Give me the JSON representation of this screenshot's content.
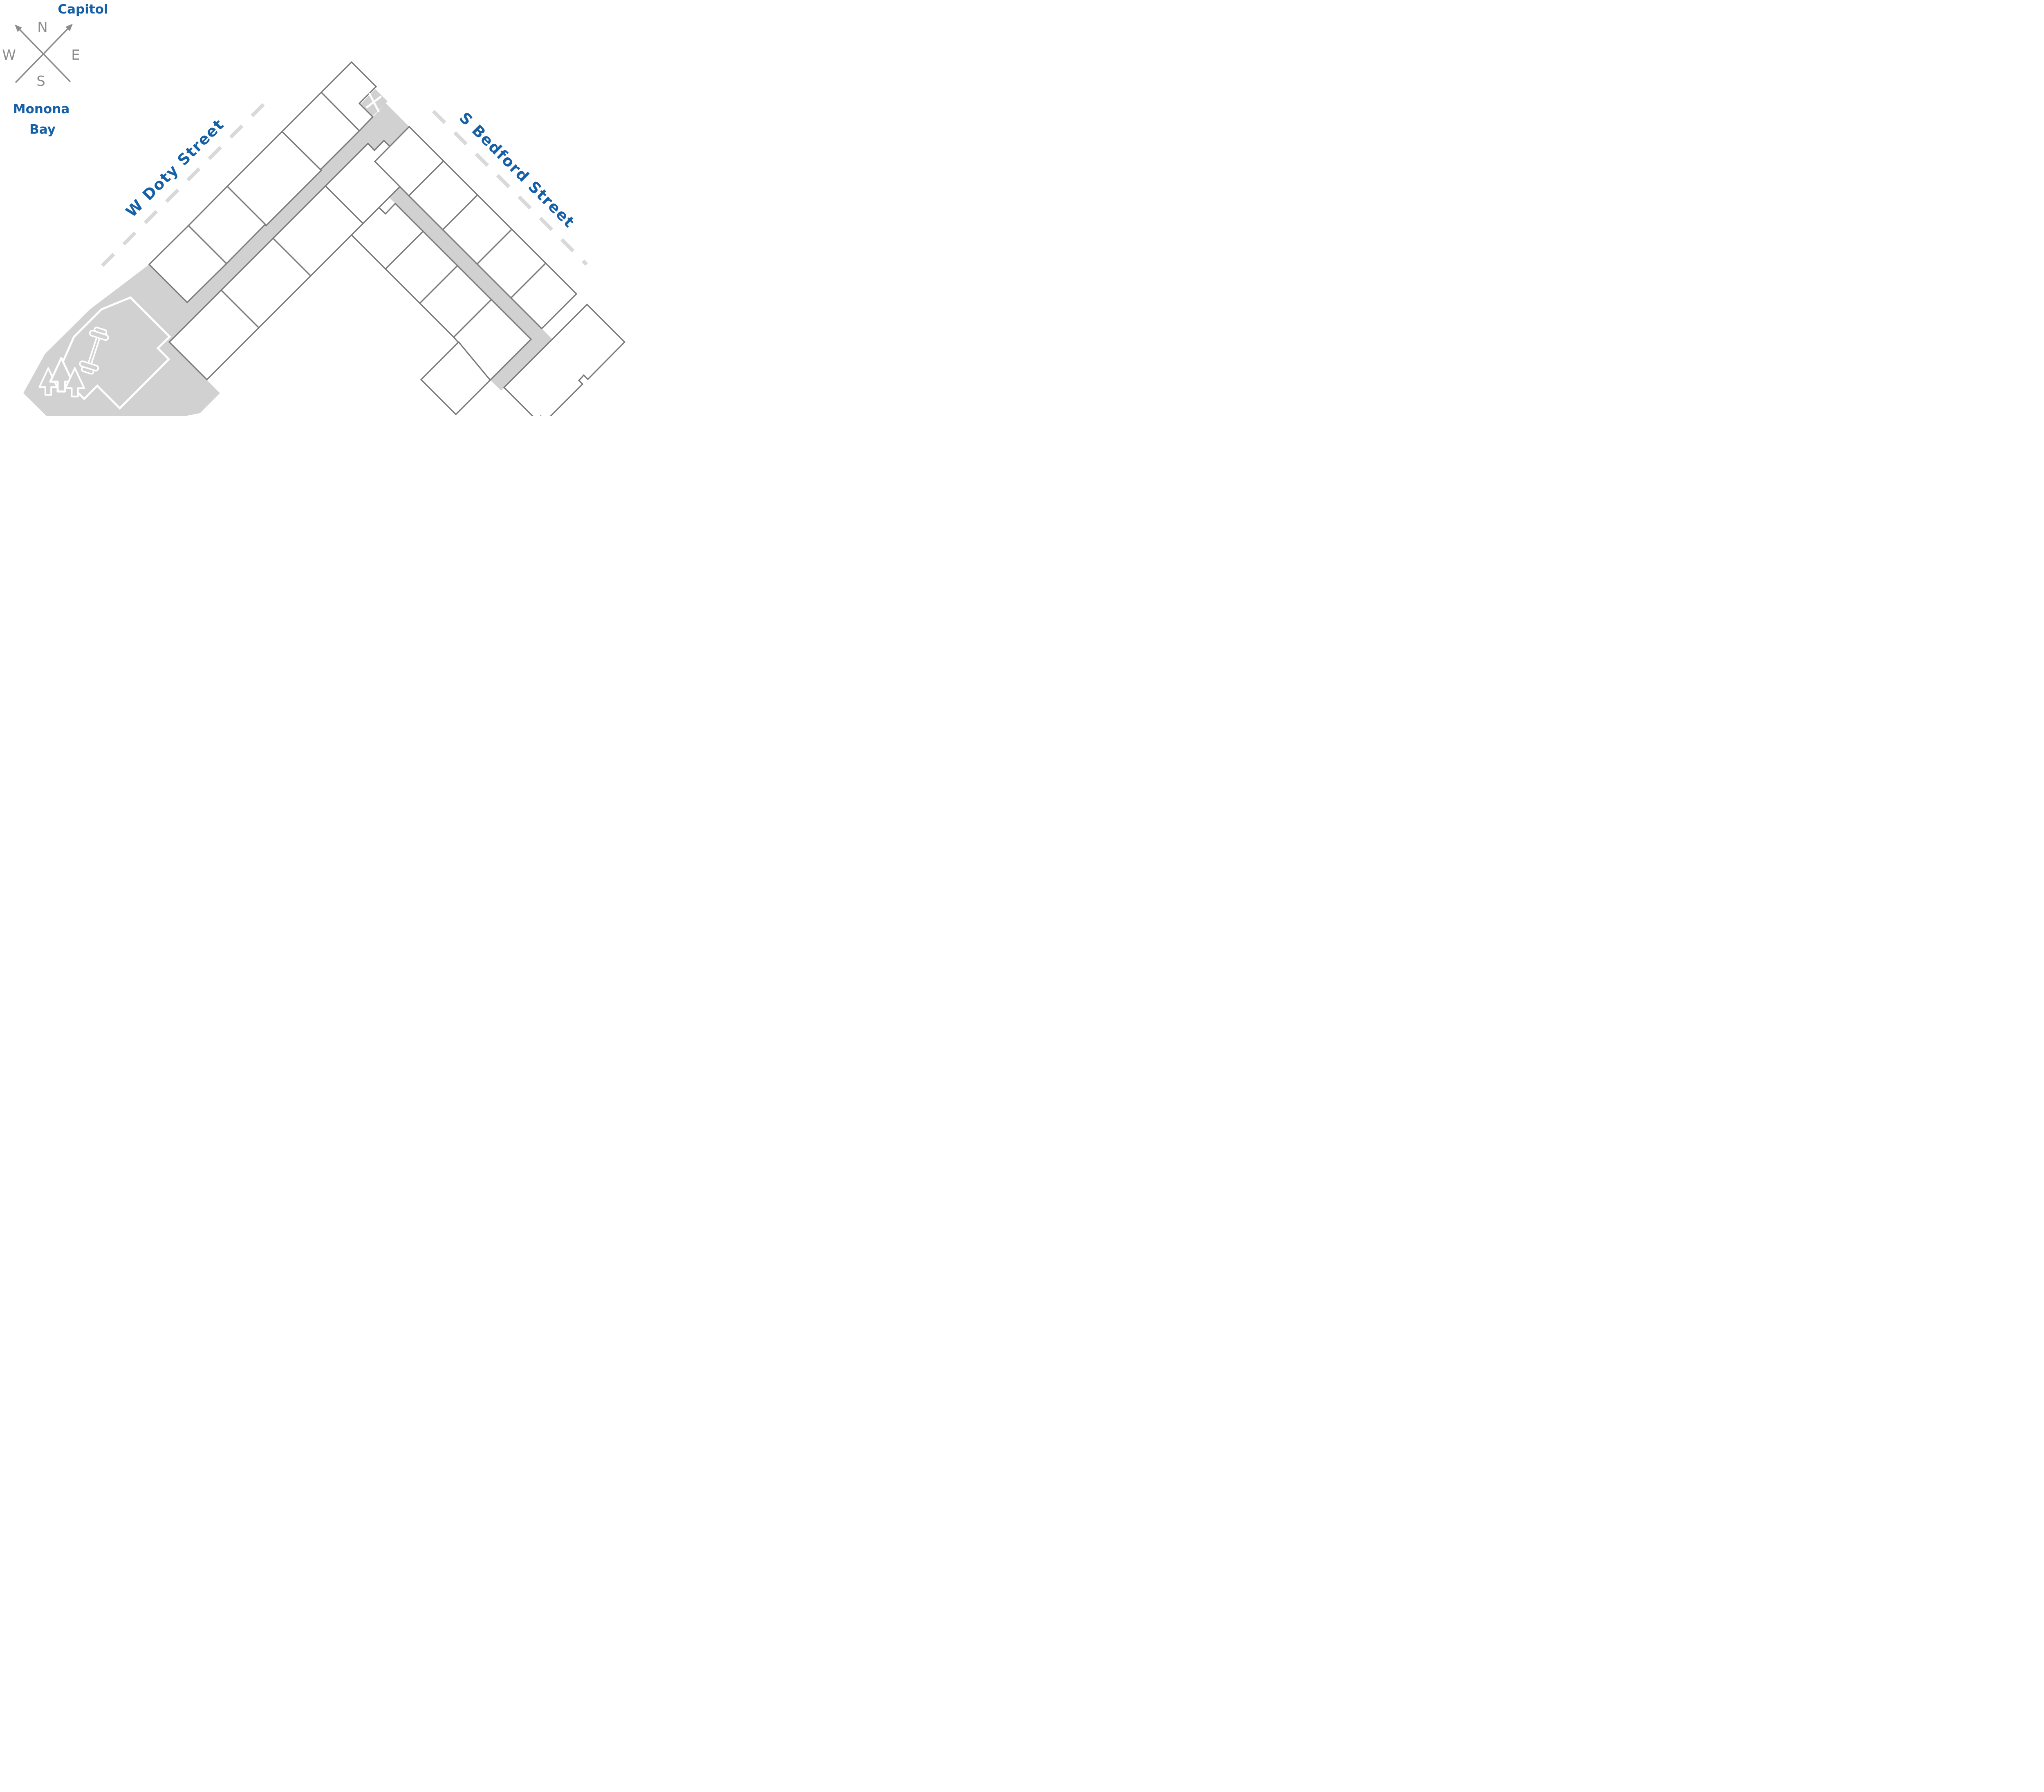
{
  "map": {
    "title_area": {
      "capitol_label": "Capitol",
      "bay_label_line1": "Monona",
      "bay_label_line2": "Bay"
    },
    "compass": {
      "n": "N",
      "e": "E",
      "s": "S",
      "w": "W"
    },
    "streets": {
      "doty": "W Doty Street",
      "bedford": "S Bedford Street"
    },
    "markers": {
      "stairs": "X"
    },
    "icons": [
      "compass-rose-icon",
      "stairs-x-icon",
      "dumbbell-icon",
      "pine-trees-icon"
    ],
    "colors": {
      "accent_blue_fill": "#005d9e",
      "accent_blue_text": "#1560a6",
      "unit_fill": "#ffffff",
      "unit_outline": "#7a7a7a",
      "corridor_gray": "#d1d1d1",
      "dash_gray": "#d9d9d9",
      "compass_gray": "#8c8c8c",
      "icon_white": "#ffffff"
    },
    "highlighted_unit": {
      "name": "highlighted-unit",
      "color": "#005d9e"
    }
  }
}
